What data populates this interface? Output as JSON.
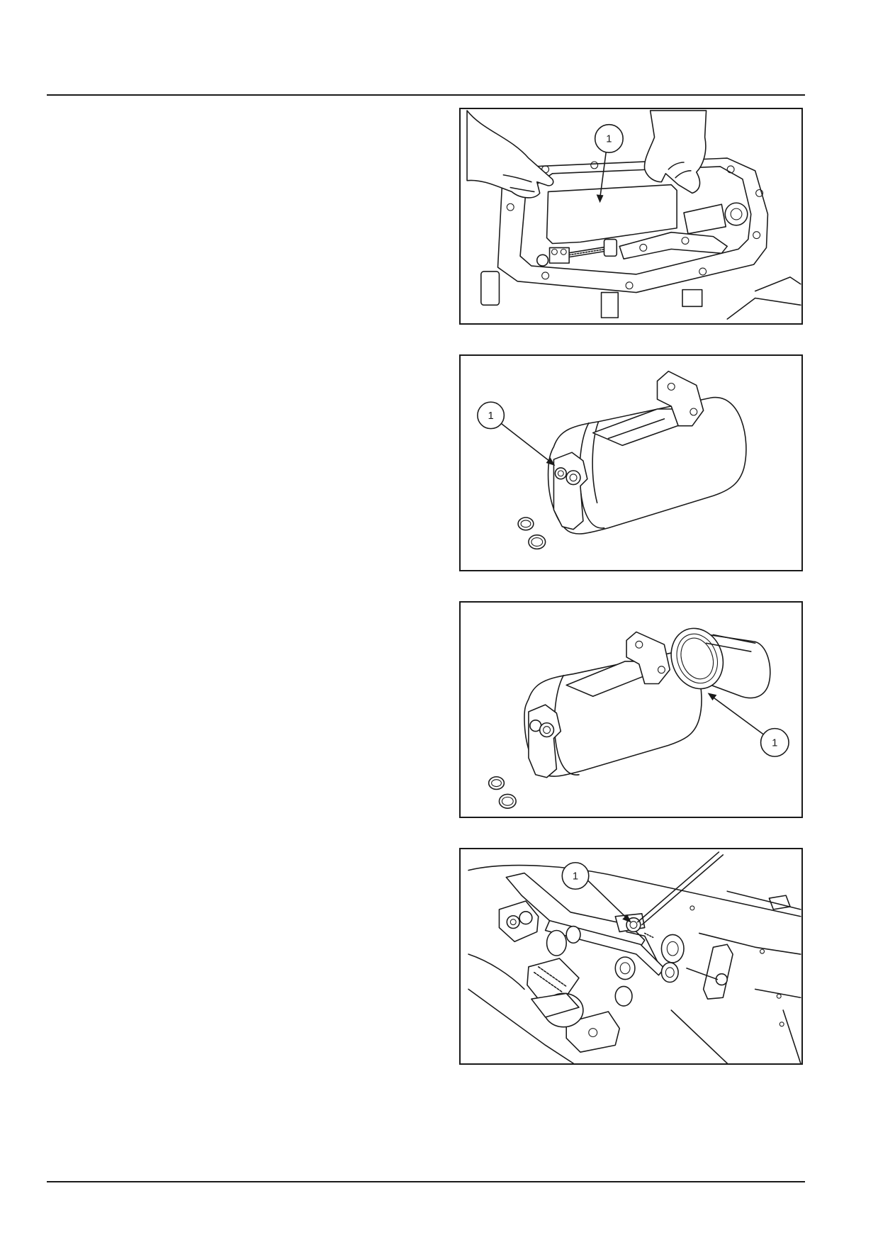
{
  "figures": [
    {
      "callout": "1"
    },
    {
      "callout": "1"
    },
    {
      "callout": "1"
    },
    {
      "callout": "1"
    }
  ]
}
